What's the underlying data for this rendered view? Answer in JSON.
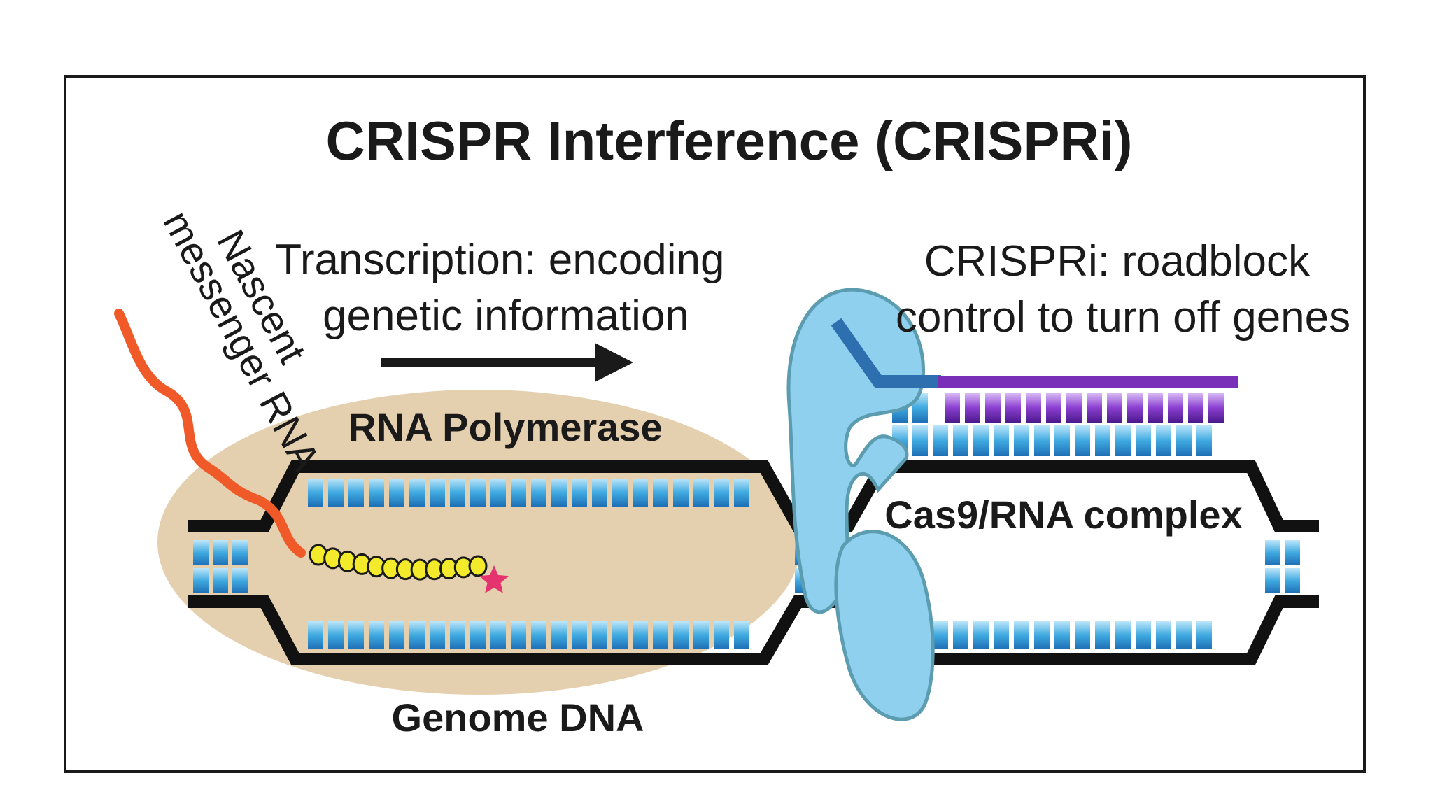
{
  "title": "CRISPR Interference (CRISPRi)",
  "labels": {
    "nascent_rna_line1": "Nascent",
    "nascent_rna_line2": "messenger RNA",
    "transcription_line1": "Transcription: encoding",
    "transcription_line2": "genetic information",
    "crispri_line1": "CRISPRi: roadblock",
    "crispri_line2": "control to turn off genes",
    "rna_polymerase": "RNA Polymerase",
    "genome_dna": "Genome DNA",
    "cas9_complex": "Cas9/RNA complex"
  },
  "colors": {
    "dna_backbone": "#111111",
    "base_pair_blue": "#3fa9e0",
    "polymerase": "#e4cfae",
    "cas9": "#8fd0ee",
    "cas9_outline": "#5b9cb0",
    "guide_rna_purple": "#7a2fb8",
    "guide_rna_blue": "#2e6fb0",
    "mrna": "#f05a28",
    "nucleotide_yellow": "#f2ea2a",
    "star_pink": "#e4336f"
  }
}
